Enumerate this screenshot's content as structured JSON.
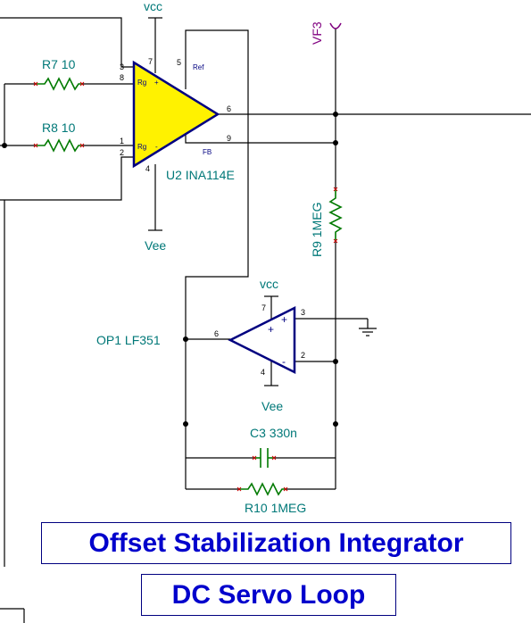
{
  "components": {
    "r7": {
      "label": "R7 10"
    },
    "r8": {
      "label": "R8 10"
    },
    "r9": {
      "label": "R9 1MEG"
    },
    "r10": {
      "label": "R10 1MEG"
    },
    "c3": {
      "label": "C3 330n"
    },
    "u2": {
      "label": "U2 INA114E",
      "pin_labels": {
        "rg_top": "Rg",
        "rg_bottom": "Rg",
        "ref": "Ref",
        "fb": "FB",
        "plus": "+",
        "minus": "-"
      }
    },
    "op1": {
      "label": "OP1 LF351",
      "plus": "+",
      "minus": "-"
    }
  },
  "power": {
    "vcc_u2": "vcc",
    "vee_u2": "Vee",
    "vcc_op1": "vcc",
    "vee_op1": "Vee"
  },
  "probe": {
    "label": "VF3"
  },
  "pins": {
    "u2": {
      "p3": "3",
      "p8": "8",
      "p1": "1",
      "p2": "2",
      "p7": "7",
      "p4": "4",
      "p5": "5",
      "p6": "6",
      "p9": "9"
    },
    "op1": {
      "p7": "7",
      "p4": "4",
      "p3": "3",
      "p2": "2",
      "p6": "6"
    }
  },
  "titles": {
    "main": "Offset Stabilization Integrator",
    "sub": "DC Servo Loop"
  },
  "colors": {
    "amp_fill": "#fff200",
    "amp_outline": "#000080",
    "title_text": "#0000cc"
  }
}
